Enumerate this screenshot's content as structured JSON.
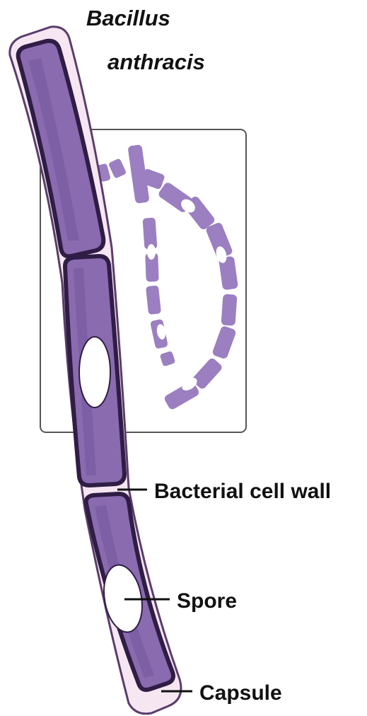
{
  "title": {
    "line1": "Bacillus",
    "line2": "anthracis"
  },
  "labels": {
    "cell_wall": "Bacterial cell wall",
    "spore": "Spore",
    "capsule": "Capsule"
  },
  "colors": {
    "capsule_fill": "#f6e6f2",
    "capsule_outline": "#5a3d6b",
    "cell_fill": "#8a6bb0",
    "cell_shade": "#7556a0",
    "cell_wall": "#2f1d45",
    "chain_cell": "#9b7fc1",
    "inset_border": "#555555",
    "leader_line": "#111111"
  }
}
